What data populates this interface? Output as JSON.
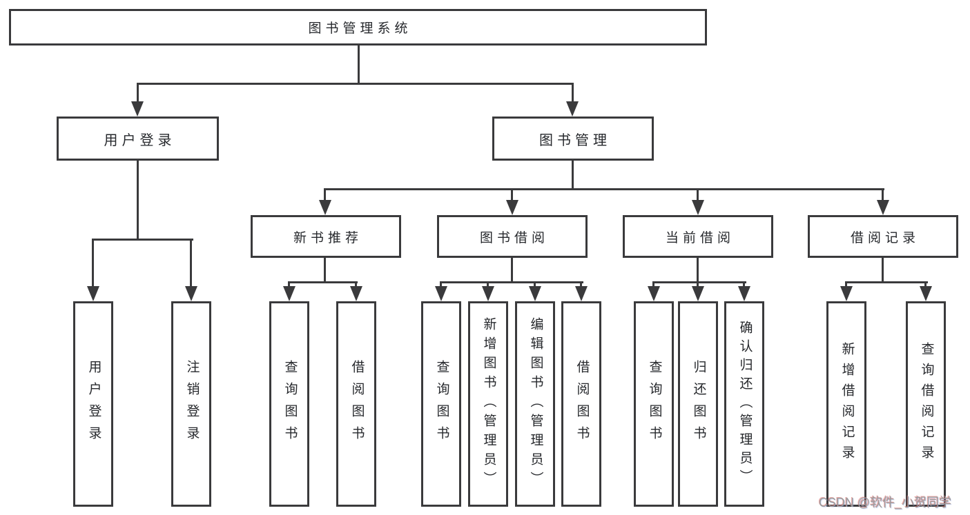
{
  "diagram": {
    "root": {
      "label": "图书管理系统"
    },
    "level2": [
      {
        "label": "用户登录"
      },
      {
        "label": "图书管理"
      }
    ],
    "level3": [
      {
        "label": "新书推荐"
      },
      {
        "label": "图书借阅"
      },
      {
        "label": "当前借阅"
      },
      {
        "label": "借阅记录"
      }
    ],
    "leaves": [
      {
        "parent": "用户登录",
        "label": "用户登录"
      },
      {
        "parent": "用户登录",
        "label": "注销登录"
      },
      {
        "parent": "新书推荐",
        "label": "查询图书"
      },
      {
        "parent": "新书推荐",
        "label": "借阅图书"
      },
      {
        "parent": "图书借阅",
        "label": "查询图书"
      },
      {
        "parent": "图书借阅",
        "label": "新增图书（管理员）"
      },
      {
        "parent": "图书借阅",
        "label": "编辑图书（管理员）"
      },
      {
        "parent": "图书借阅",
        "label": "借阅图书"
      },
      {
        "parent": "当前借阅",
        "label": "查询图书"
      },
      {
        "parent": "当前借阅",
        "label": "归还图书"
      },
      {
        "parent": "当前借阅",
        "label": "确认归还（管理员）"
      },
      {
        "parent": "借阅记录",
        "label": "新增借阅记录"
      },
      {
        "parent": "借阅记录",
        "label": "查询借阅记录"
      }
    ],
    "watermark": {
      "text": "CSDN @软件_小贺同学"
    }
  },
  "colors": {
    "line": "#3a3a3c",
    "text": "#26282c",
    "watermark": "#9b9b9b",
    "background": "#ffffff"
  }
}
